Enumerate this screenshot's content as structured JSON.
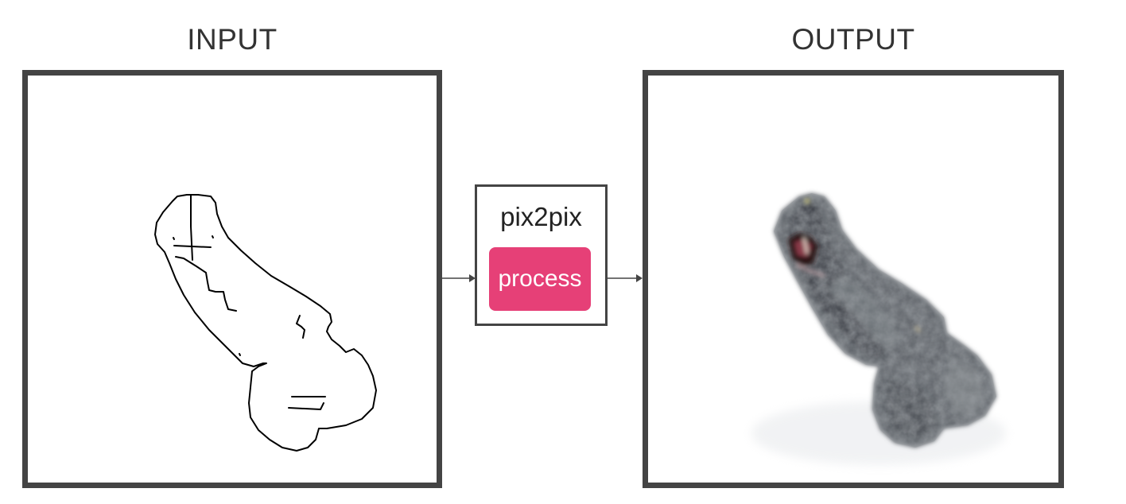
{
  "input_panel": {
    "label": "INPUT"
  },
  "output_panel": {
    "label": "OUTPUT"
  },
  "model": {
    "name": "pix2pix",
    "button_label": "process"
  },
  "colors": {
    "frame": "#444444",
    "button": "#e64077",
    "button_text": "#ffffff",
    "label_text": "#333333"
  },
  "icons": {
    "flow_arrows": "arrow-right-icon"
  }
}
